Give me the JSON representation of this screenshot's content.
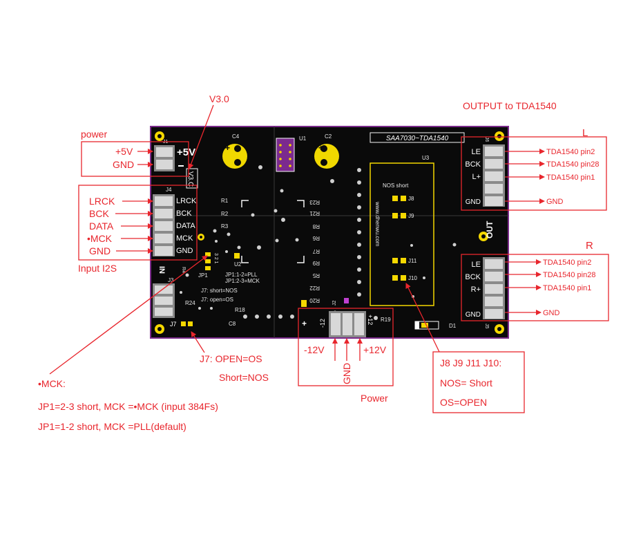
{
  "annotations": {
    "v30": "V3.0",
    "output_title": "OUTPUT to TDA1540",
    "power_top": "power",
    "plus5v": "+5V",
    "gnd_top": "GND",
    "input_i2s": "Input I2S",
    "i2s_pins": [
      "LRCK",
      "BCK",
      "DATA",
      "•MCK",
      "GND"
    ],
    "ch_L": "L",
    "ch_R": "R",
    "L_pins": [
      "TDA1540 pin2",
      "TDA1540 pin28",
      "TDA1540 pin1"
    ],
    "L_gnd": "GND",
    "R_pins": [
      "TDA1540 pin2",
      "TDA1540 pin28",
      "TDA1540 pin1"
    ],
    "R_gnd": "GND",
    "j7_line1": "J7: OPEN=OS",
    "j7_line2": "Short=NOS",
    "mck_title": "•MCK:",
    "mck_line1": "JP1=2-3 short,  MCK =•MCK (input 384Fs)",
    "mck_line2": "JP1=1-2 short,  MCK =PLL(default)",
    "minus12v": "-12V",
    "plus12v": "+12V",
    "gnd_power": "GND",
    "power_bottom": "Power",
    "j8_title": "J8 J9 J11 J10:",
    "j8_nos": "NOS= Short",
    "j8_os": "OS=OPEN"
  },
  "board": {
    "title": "SAA7030~TDA1540",
    "u1": "U1",
    "u2": "U2",
    "u3": "U3",
    "c4": "C4",
    "c2": "C2",
    "c8": "C8",
    "j1": "J1",
    "j3": "J3",
    "j4": "J4",
    "j5": "J5",
    "j6": "J6",
    "j7": "J7",
    "j2": "J2",
    "plus5v": "+5V",
    "v3c": "V3.C",
    "j4_labels": [
      "LRCK",
      "BCK",
      "DATA",
      "MCK",
      "GND"
    ],
    "r_left": [
      "R1",
      "R2",
      "R3"
    ],
    "r_mid": [
      "R23",
      "R21",
      "R8",
      "R6",
      "R7",
      "R9",
      "R5",
      "R22",
      "R20"
    ],
    "r18": "R18",
    "r19": "R19",
    "r24": "R24",
    "r4": "R4",
    "jp1": "JP1",
    "jp1_pins": "3 2 1",
    "jp1_note1": "JP1:1-2=PLL",
    "jp1_note2": "JP1:2-3=MCK",
    "j7_note1": "J7: short=NOS",
    "j7_note2": "J7: open=OS",
    "nos_short": "NOS  short",
    "j8": "J8",
    "j9": "J9",
    "j11": "J11",
    "j10": "J10",
    "website": "www.dhenwu.com",
    "L_labels": [
      "LE",
      "BCK",
      "L+",
      "GND"
    ],
    "R_labels": [
      "LE",
      "BCK",
      "R+",
      "GND"
    ],
    "out": "OUT",
    "in": "IN",
    "minus12": "-12",
    "plus12": "+12",
    "plus": "+",
    "d1": "D1"
  },
  "colors": {
    "annotation": "#e8262d",
    "board": "#0a0a0a",
    "board_edge": "#7a2a8a",
    "pad_gold": "#f5d800",
    "silkscreen": "#ffffff"
  }
}
